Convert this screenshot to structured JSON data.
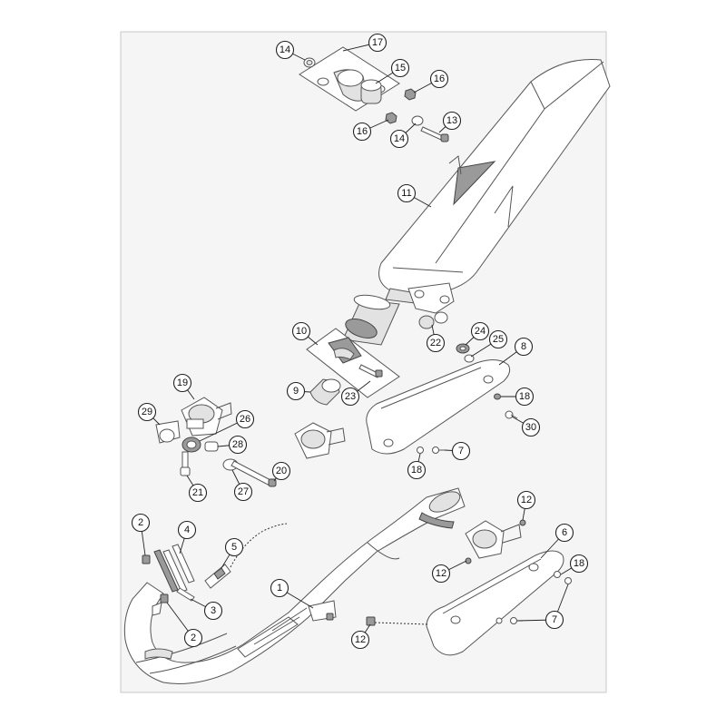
{
  "callouts": [
    {
      "id": "c14a",
      "label": "14"
    },
    {
      "id": "c17",
      "label": "17"
    },
    {
      "id": "c15",
      "label": "15"
    },
    {
      "id": "c16a",
      "label": "16"
    },
    {
      "id": "c13",
      "label": "13"
    },
    {
      "id": "c16b",
      "label": "16"
    },
    {
      "id": "c14b",
      "label": "14"
    },
    {
      "id": "c11",
      "label": "11"
    },
    {
      "id": "c10",
      "label": "10"
    },
    {
      "id": "c22",
      "label": "22"
    },
    {
      "id": "c24",
      "label": "24"
    },
    {
      "id": "c25",
      "label": "25"
    },
    {
      "id": "c8",
      "label": "8"
    },
    {
      "id": "c9",
      "label": "9"
    },
    {
      "id": "c23",
      "label": "23"
    },
    {
      "id": "c18a",
      "label": "18"
    },
    {
      "id": "c30",
      "label": "30"
    },
    {
      "id": "c19",
      "label": "19"
    },
    {
      "id": "c29",
      "label": "29"
    },
    {
      "id": "c26",
      "label": "26"
    },
    {
      "id": "c28",
      "label": "28"
    },
    {
      "id": "c7a",
      "label": "7"
    },
    {
      "id": "c18b",
      "label": "18"
    },
    {
      "id": "c20",
      "label": "20"
    },
    {
      "id": "c21",
      "label": "21"
    },
    {
      "id": "c27",
      "label": "27"
    },
    {
      "id": "c12a",
      "label": "12"
    },
    {
      "id": "c2a",
      "label": "2"
    },
    {
      "id": "c4",
      "label": "4"
    },
    {
      "id": "c6",
      "label": "6"
    },
    {
      "id": "c5",
      "label": "5"
    },
    {
      "id": "c18c",
      "label": "18"
    },
    {
      "id": "c12b",
      "label": "12"
    },
    {
      "id": "c1",
      "label": "1"
    },
    {
      "id": "c3",
      "label": "3"
    },
    {
      "id": "c2b",
      "label": "2"
    },
    {
      "id": "c7b",
      "label": "7"
    },
    {
      "id": "c12c",
      "label": "12"
    }
  ]
}
